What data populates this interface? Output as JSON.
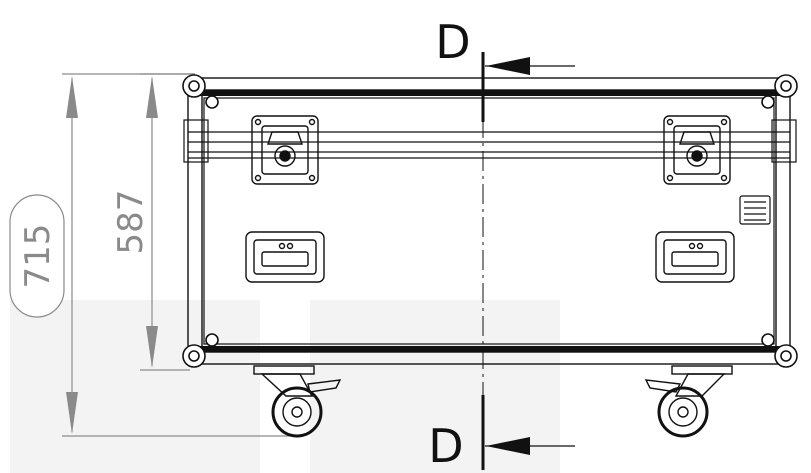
{
  "dimensions": {
    "overall_height": "715",
    "inner_height": "587"
  },
  "section": {
    "top_label": "D",
    "bottom_label": "D"
  },
  "colors": {
    "line": "#111111",
    "dimension": "#8a8a8a",
    "watermark": "#f2f2f2"
  }
}
